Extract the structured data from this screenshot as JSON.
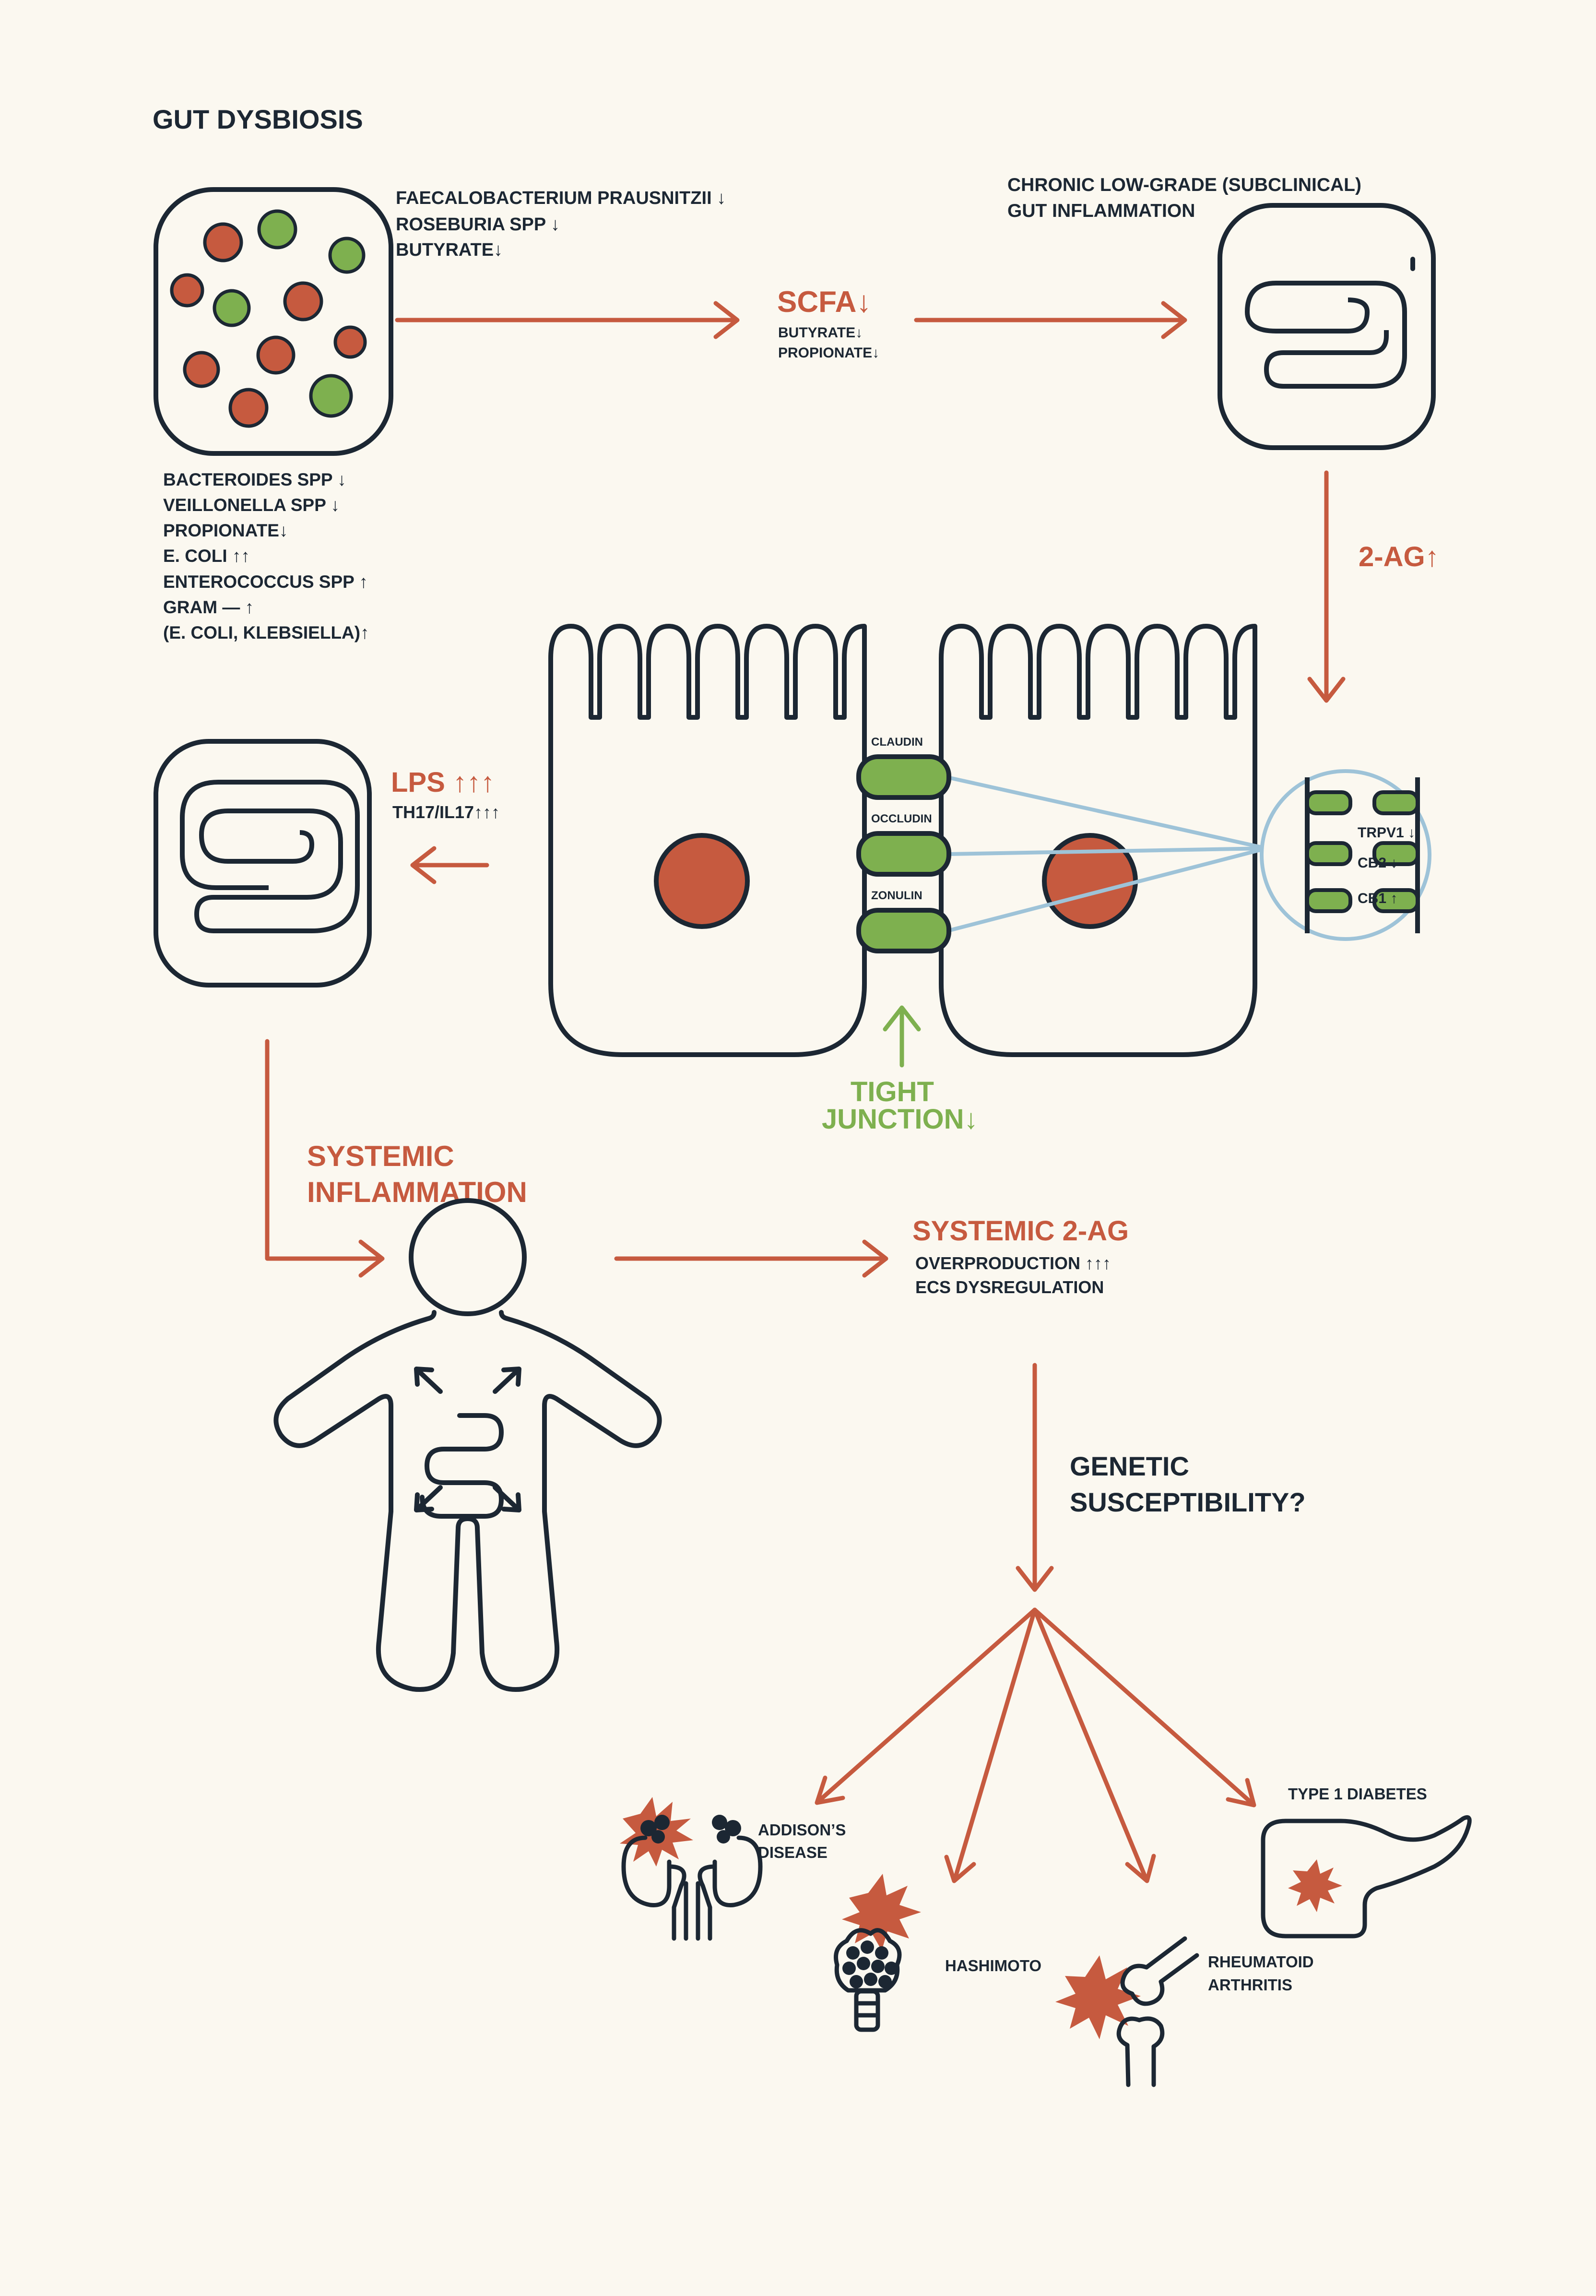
{
  "colors": {
    "background": "#fbf8f0",
    "outline": "#1c2733",
    "accent_red": "#c65a3f",
    "accent_green": "#7eb04f",
    "accent_blue": "#9ec3d8"
  },
  "title": "GUT DYSBIOSIS",
  "dysbiosis": {
    "top_lines": [
      "FAECALOBACTERIUM PRAUSNITZII",
      "ROSEBURIA SPP",
      "BUTYRATE"
    ],
    "top_arrows": [
      "↓",
      "↓",
      "↓"
    ],
    "bottom_lines": [
      "BACTEROIDES SPP",
      "VEILLONELLA SPP",
      "PROPIONATE",
      "E. COLI",
      "ENTEROCOCCUS SPP",
      "GRAM —",
      "(E. COLI, KLEBSIELLA)"
    ],
    "bottom_arrows": [
      "↓",
      "↓",
      "↓",
      "↑↑",
      "↑",
      "↑",
      "↑"
    ]
  },
  "scfa": {
    "label": "SCFA",
    "arrow": "↓",
    "sub_lines": [
      "BUTYRATE",
      "PROPIONATE"
    ],
    "sub_arrows": [
      "↓",
      "↓"
    ]
  },
  "chronic": {
    "lines": [
      "CHRONIC LOW-GRADE (SUBCLINICAL)",
      "GUT INFLAMMATION"
    ]
  },
  "two_ag": {
    "label": "2-AG",
    "arrow": "↑"
  },
  "lps": {
    "label": "LPS",
    "arrow": "↑↑↑",
    "sub": "TH17/IL17",
    "sub_arrow": "↑↑↑"
  },
  "junction_proteins": [
    "CLAUDIN",
    "OCCLUDIN",
    "ZONULIN"
  ],
  "tight_junction": {
    "lines": [
      "TIGHT",
      "JUNCTION"
    ],
    "arrow": "↓"
  },
  "receptors": {
    "labels": [
      "TRPV1",
      "CB2",
      "CB1"
    ],
    "arrows": [
      "↓",
      "↓",
      "↑"
    ]
  },
  "systemic_inflammation": {
    "lines": [
      "SYSTEMIC",
      "INFLAMMATION"
    ]
  },
  "systemic_2ag": {
    "title": "SYSTEMIC 2-AG",
    "lines": [
      "OVERPRODUCTION",
      "ECS DYSREGULATION"
    ],
    "arrows": [
      "↑↑↑",
      ""
    ]
  },
  "genetic": {
    "lines": [
      "GENETIC",
      "SUSCEPTIBILITY?"
    ]
  },
  "diseases": {
    "addisons": [
      "ADDISON’S",
      "DISEASE"
    ],
    "hashimoto": [
      "HASHIMOTO"
    ],
    "rheumatoid": [
      "RHEUMATOID",
      "ARTHRITIS"
    ],
    "diabetes": [
      "TYPE 1 DIABETES"
    ]
  }
}
